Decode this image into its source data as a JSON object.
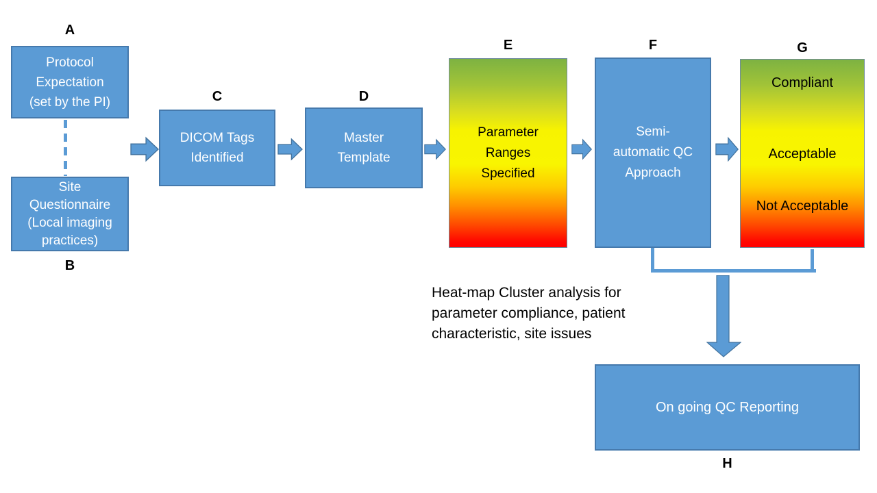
{
  "nodes": {
    "a": {
      "label": "A",
      "text": "Protocol\nExpectation\n(set by the PI)"
    },
    "b": {
      "label": "B",
      "text": "Site\nQuestionnaire\n(Local imaging\npractices)"
    },
    "c": {
      "label": "C",
      "text": "DICOM Tags\nIdentified"
    },
    "d": {
      "label": "D",
      "text": "Master\nTemplate"
    },
    "e": {
      "label": "E",
      "text": "Parameter\nRanges\nSpecified"
    },
    "f": {
      "label": "F",
      "text": "Semi-\nautomatic QC\nApproach"
    },
    "g": {
      "label": "G",
      "levels": [
        "Compliant",
        "Acceptable",
        "Not Acceptable"
      ]
    },
    "h": {
      "label": "H",
      "text": "On going QC Reporting"
    }
  },
  "annotation": "Heat-map Cluster analysis for\nparameter compliance, patient\ncharacteristic, site issues",
  "colors": {
    "box_fill": "#5B9BD5",
    "box_border": "#41719C",
    "connector": "#5B9BD5",
    "gradient_top_green": "#7DB242",
    "gradient_mid_yellow": "#F9F500",
    "gradient_bottom_red": "#FF0000",
    "box_text": "#FFFFFF",
    "label_text": "#000000"
  }
}
